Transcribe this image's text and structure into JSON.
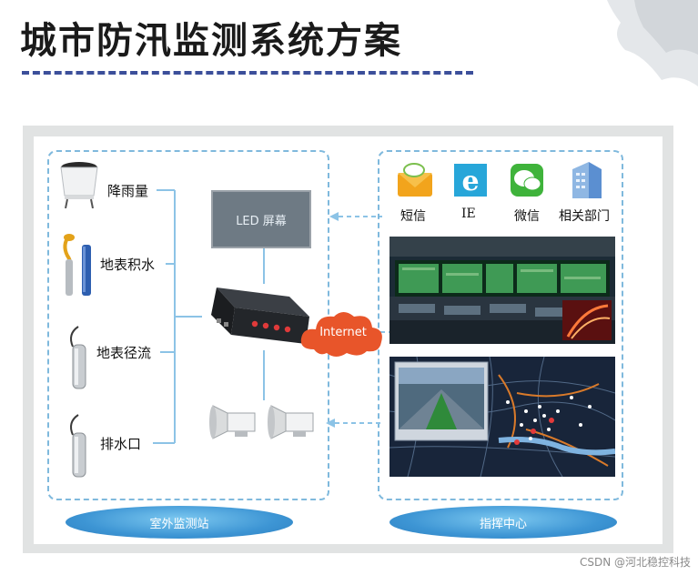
{
  "title": "城市防汛监测系统方案",
  "outdoor_station": {
    "label": "室外监测站",
    "sensors": [
      {
        "id": "rain",
        "label": "降雨量"
      },
      {
        "id": "water",
        "label": "地表积水"
      },
      {
        "id": "runoff",
        "label": "地表径流"
      },
      {
        "id": "outlet",
        "label": "排水口"
      }
    ],
    "led_label": "LED 屏幕",
    "network_label": "Internet"
  },
  "command_center": {
    "label": "指挥中心",
    "channels": [
      {
        "id": "sms",
        "label": "短信",
        "icon": "sms-envelope-icon"
      },
      {
        "id": "ie",
        "label": "IE",
        "icon": "ie-browser-icon"
      },
      {
        "id": "wechat",
        "label": "微信",
        "icon": "wechat-icon"
      },
      {
        "id": "dept",
        "label": "相关部门",
        "icon": "building-icon"
      }
    ]
  },
  "watermark": "CSDN @河北稳控科技",
  "colors": {
    "accent": "#3c4f9a",
    "dashed_line": "#7fb9dd",
    "cloud": "#ec5a2a"
  }
}
